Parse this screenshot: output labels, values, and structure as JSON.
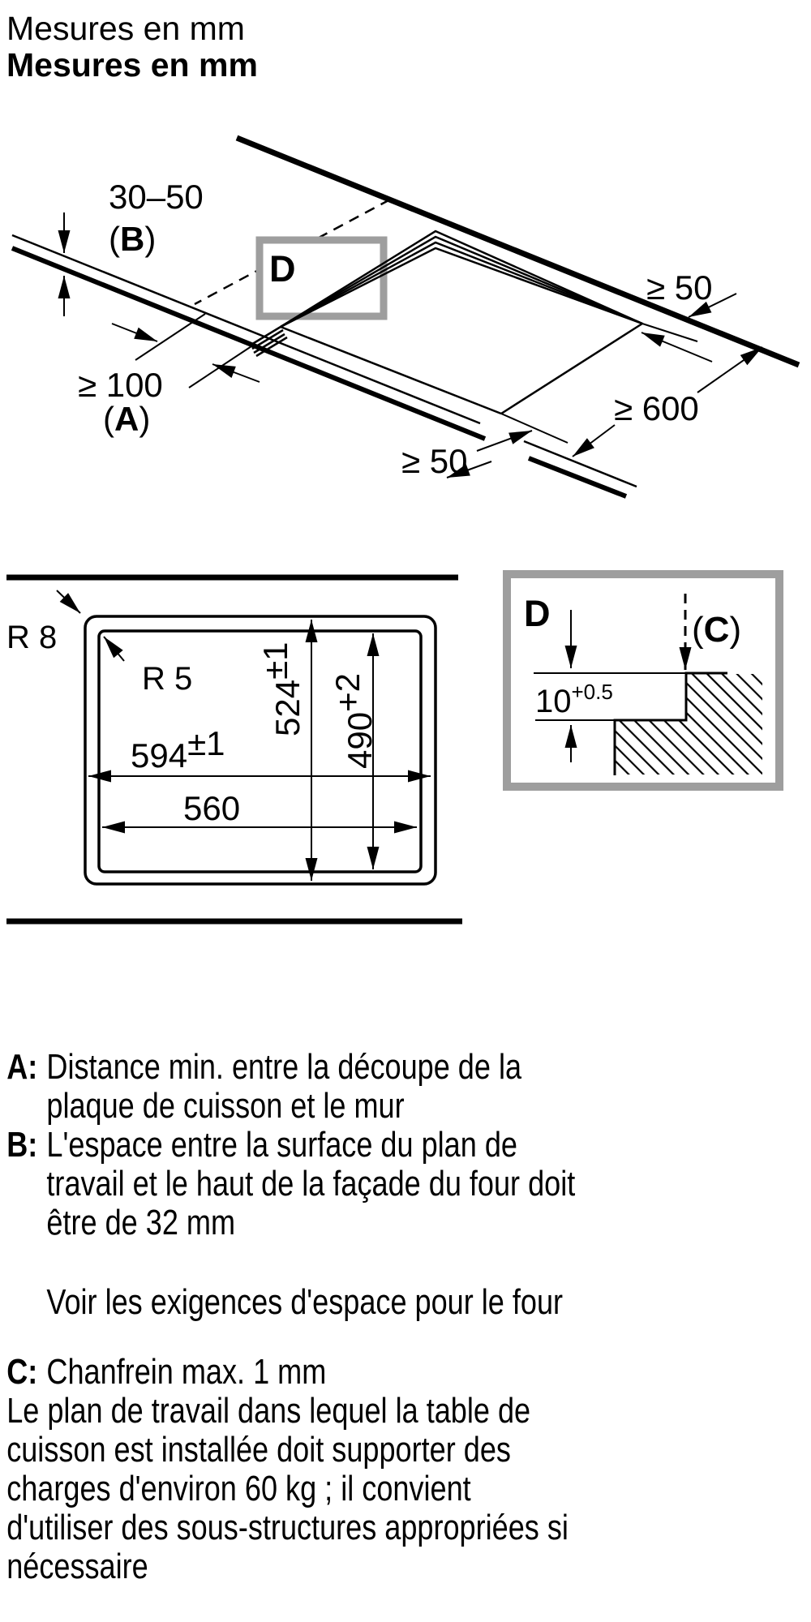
{
  "page": {
    "background": "#ffffff",
    "ink": "#000000",
    "detail_box_border": "#9e9e9e"
  },
  "title": {
    "line1": "Mesures en mm",
    "line2": "Mesures en mm"
  },
  "perspective": {
    "detail_marker": "D",
    "dim_b": {
      "value": "30–50",
      "open": "(",
      "letter": "B",
      "close": ")"
    },
    "dim_a": {
      "value": "≥ 100",
      "open": "(",
      "letter": "A",
      "close": ")"
    },
    "dim_side_clearance": "≥ 50",
    "dim_worktop_depth": "≥ 600",
    "dim_front_clearance": "≥ 50"
  },
  "cutout": {
    "corner_outer": "R 8",
    "corner_inner": "R 5",
    "dim_appliance_width": {
      "value": "594",
      "tol": "±1"
    },
    "dim_appliance_depth": {
      "value": "524",
      "tol": "±1"
    },
    "dim_cutout_depth": {
      "value": "490",
      "tol": "+2"
    },
    "dim_cutout_width": {
      "value": "560"
    }
  },
  "detail": {
    "marker": "D",
    "chamfer_ref": {
      "open": "(",
      "letter": "C",
      "close": ")"
    },
    "dim_thickness": {
      "value": "10",
      "tol": "+0.5"
    }
  },
  "legend": {
    "item_a": {
      "label": "A:",
      "lines": [
        "Distance min. entre la découpe de la",
        "plaque de cuisson et le mur"
      ]
    },
    "item_b": {
      "label": "B:",
      "lines": [
        "L'espace entre la surface du plan de",
        "travail et le haut de la façade du four doit",
        "être de 32 mm"
      ]
    },
    "note": "Voir les exigences d'espace pour le four",
    "item_c": {
      "label": "C:",
      "lines": [
        "Chanfrein max. 1 mm"
      ]
    },
    "paragraph": [
      "Le plan de travail dans lequel la table de",
      "cuisson est installée doit supporter des",
      "charges d'environ 60 kg ; il convient",
      "d'utiliser des sous-structures appropriées si",
      "nécessaire"
    ]
  }
}
